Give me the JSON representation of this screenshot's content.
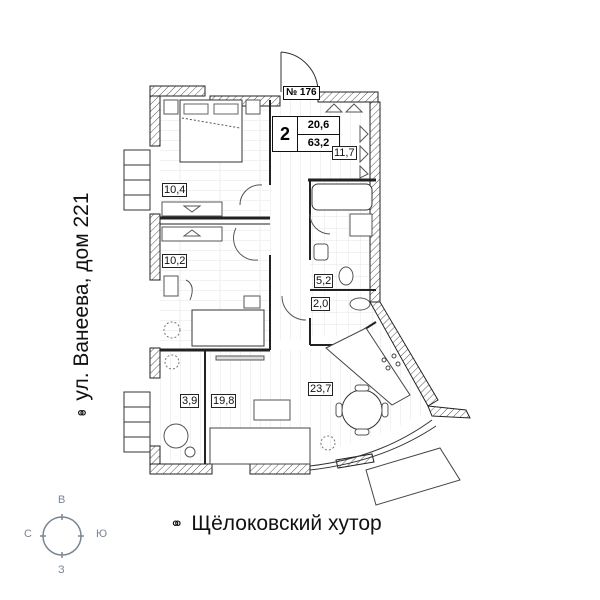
{
  "apartment": {
    "number_label": "№ 176",
    "rooms": "2",
    "living_area": "20,6",
    "total_area": "63,2"
  },
  "rooms": [
    {
      "id": "bedroom-1",
      "area": "10,4"
    },
    {
      "id": "bedroom-2",
      "area": "10,2"
    },
    {
      "id": "wardrobe",
      "area": "11,7"
    },
    {
      "id": "bathroom",
      "area": "5,2"
    },
    {
      "id": "toilet",
      "area": "2,0"
    },
    {
      "id": "balcony",
      "area": "3,9"
    },
    {
      "id": "living-room",
      "area": "19,8"
    },
    {
      "id": "kitchen-dining",
      "area": "23,7"
    }
  ],
  "labels": {
    "street": "ул. Ванеева, дом 221",
    "complex": "Щёлоковский хутор"
  },
  "compass": {
    "north": "В",
    "west": "С",
    "east": "Ю",
    "south": "З"
  },
  "icons": {
    "street_icon": "binoculars-icon",
    "complex_icon": "binoculars-icon"
  },
  "colors": {
    "wall": "#222222",
    "hatch": "#888888",
    "compass": "#7a8594",
    "floor_lines": "#e3e3e3"
  }
}
